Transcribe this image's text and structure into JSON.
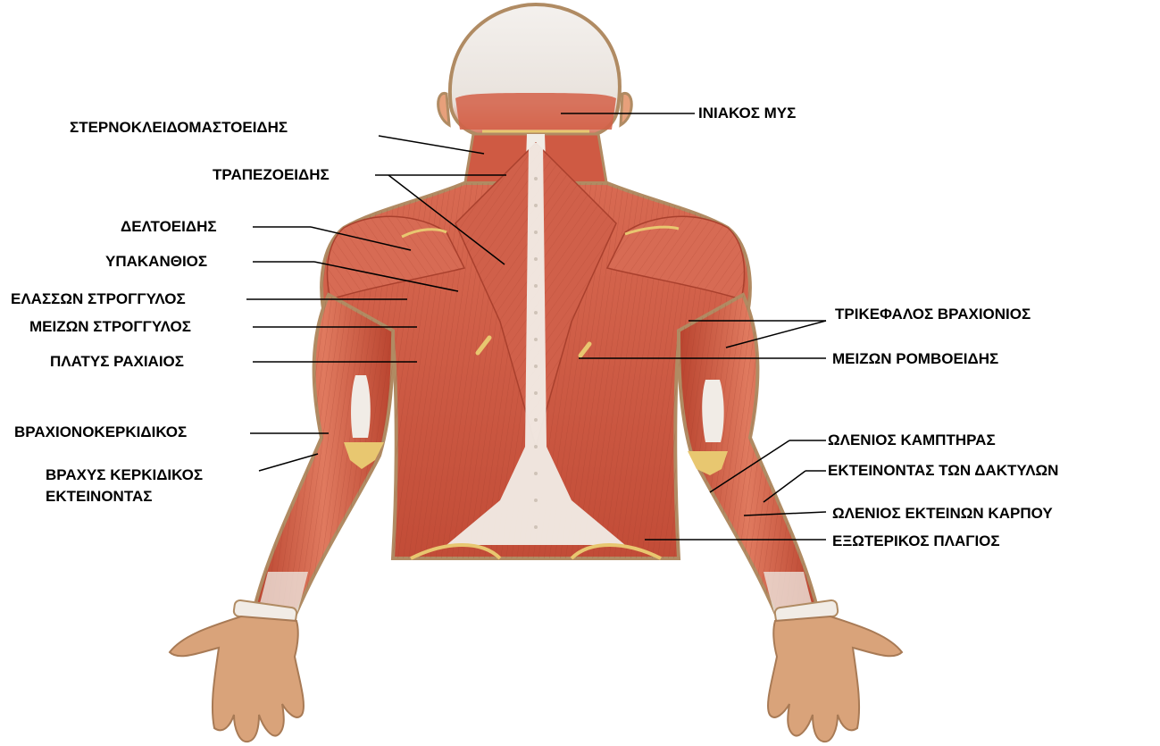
{
  "colors": {
    "muscle": "#c9553f",
    "muscle_light": "#e07a5f",
    "muscle_dark": "#9e3a2a",
    "tendon": "#f1ece6",
    "skin": "#d9a37a",
    "bone": "#e8c770",
    "outline": "#b08b63",
    "leader": "#000000"
  },
  "labels": {
    "occipital": "ΙΝΙΑΚΟΣ ΜΥΣ",
    "sternocleidomastoid": "ΣΤΕΡΝΟΚΛΕΙΔΟΜΑΣΤΟΕΙΔΗΣ",
    "trapezius": "ΤΡΑΠΕΖΟΕΙΔΗΣ",
    "deltoid": "ΔΕΛΤΟΕΙΔΗΣ",
    "infraspinatus": "ΥΠΑΚΑΝΘΙΟΣ",
    "teres_minor": "ΕΛΑΣΣΩΝ ΣΤΡΟΓΓΥΛΟΣ",
    "teres_major": "ΜΕΙΖΩΝ ΣΤΡΟΓΓΥΛΟΣ",
    "latissimus": "ΠΛΑΤΥΣ ΡΑΧΙΑΙΟΣ",
    "triceps": "ΤΡΙΚΕΦΑΛΟΣ ΒΡΑΧΙΟΝΙΟΣ",
    "rhomboid_major": "ΜΕΙΖΩΝ ΡΟΜΒΟΕΙΔΗΣ",
    "brachioradialis": "ΒΡΑΧΙΟΝΟΚΕΡΚΙΔΙΚΟΣ",
    "ecrb_line1": "ΒΡΑΧΥΣ ΚΕΡΚΙΔΙΚΟΣ",
    "ecrb_line2": "ΕΚΤΕΙΝΟΝΤΑΣ",
    "fcu": "ΩΛΕΝΙΟΣ ΚΑΜΠΤΗΡΑΣ",
    "extensor_digitorum": "ΕΚΤΕΙΝΟΝΤΑΣ ΤΩΝ ΔΑΚΤΥΛΩΝ",
    "ecu": "ΩΛΕΝΙΟΣ ΕΚΤΕΙΝΩΝ ΚΑΡΠΟΥ",
    "external_oblique": "ΕΞΩΤΕΡΙΚΟΣ ΠΛΑΓΙΟΣ"
  }
}
